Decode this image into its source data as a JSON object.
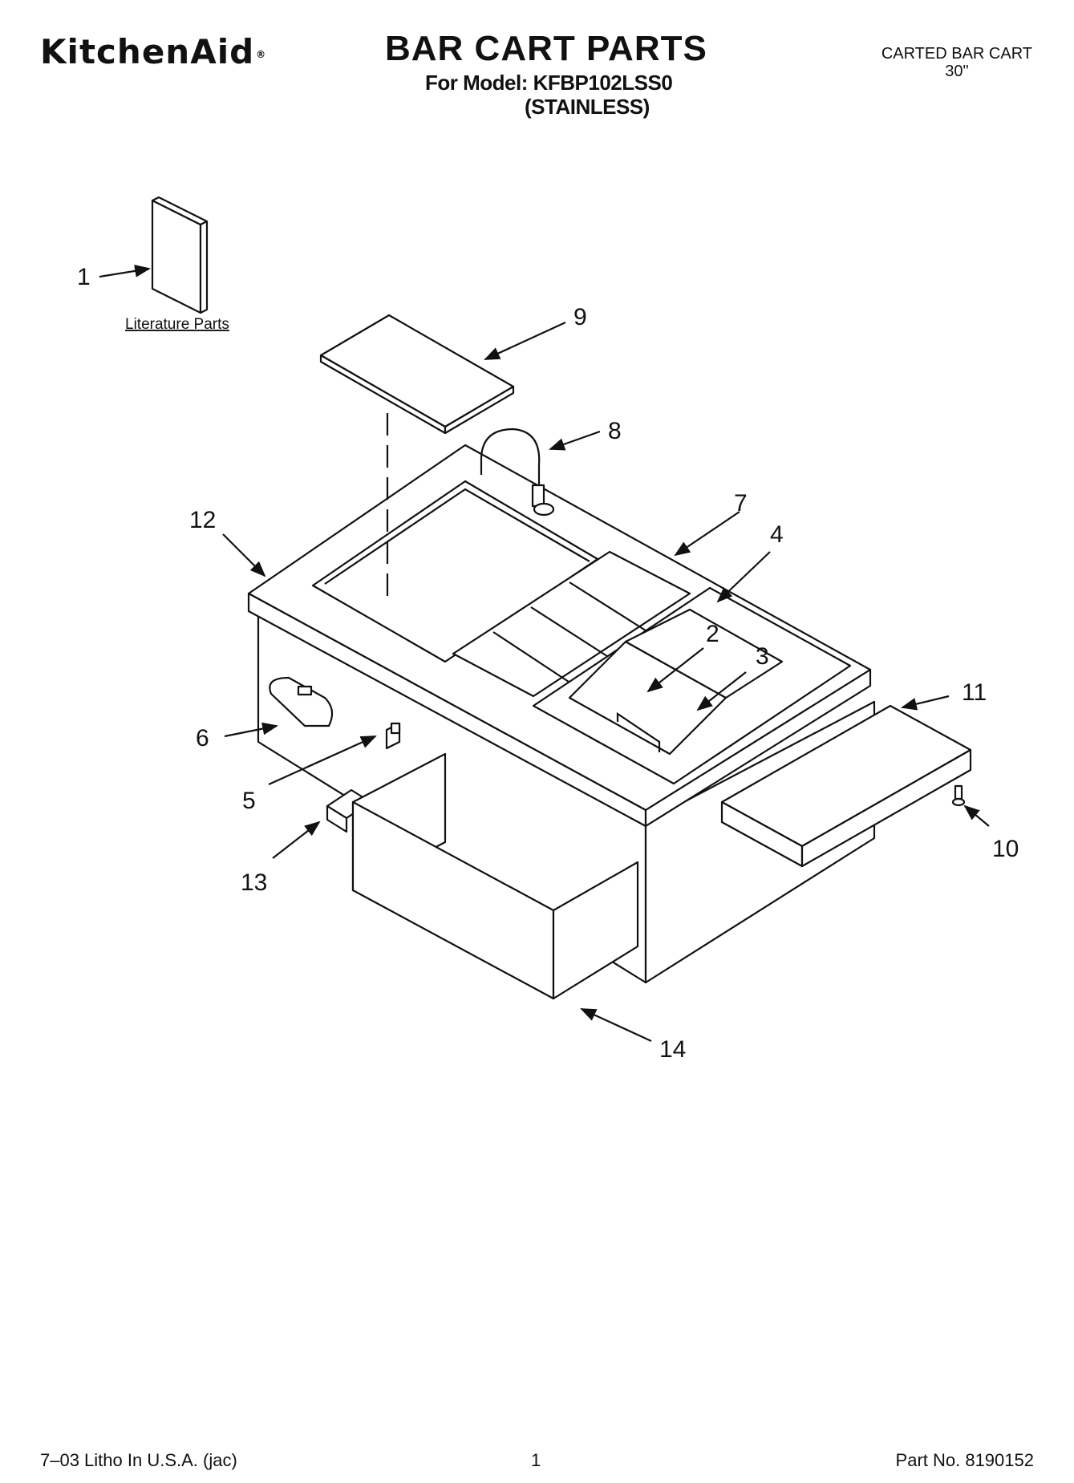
{
  "header": {
    "brand": "KitchenAid",
    "brand_mark": "®",
    "title": "BAR CART PARTS",
    "model_line": "For Model: KFBP102LSS0",
    "variant": "(STAINLESS)",
    "product_line1": "CARTED BAR CART",
    "product_line2": "30\""
  },
  "diagram": {
    "literature_label": "Literature Parts",
    "callouts": [
      "1",
      "2",
      "3",
      "4",
      "5",
      "6",
      "7",
      "8",
      "9",
      "10",
      "11",
      "12",
      "13",
      "14"
    ]
  },
  "footer": {
    "left": "7–03 Litho In U.S.A. (jac)",
    "page": "1",
    "part_no": "Part No. 8190152"
  }
}
